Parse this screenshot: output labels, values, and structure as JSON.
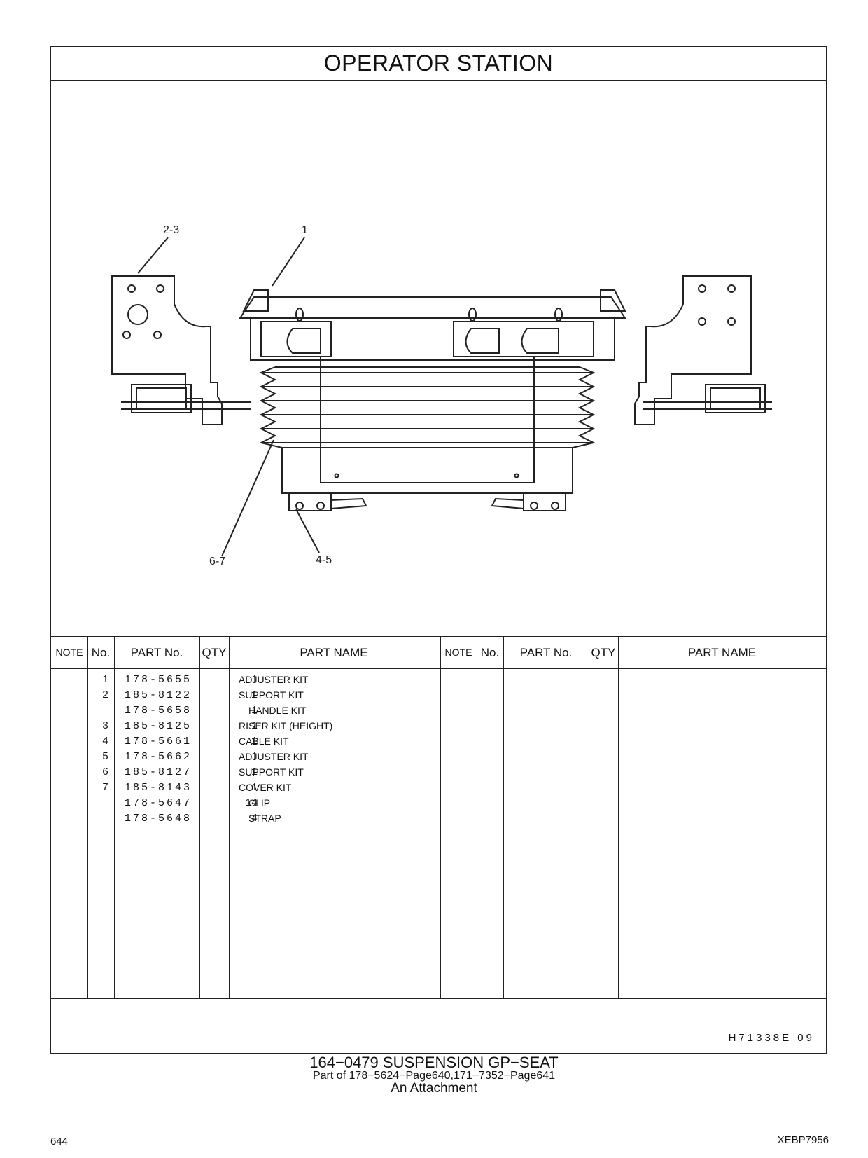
{
  "header": {
    "title": "OPERATOR   STATION"
  },
  "callouts": [
    "2-3",
    "1",
    "6-7",
    "4-5"
  ],
  "table": {
    "columns": [
      "NOTE",
      "No.",
      "PART No.",
      "QTY",
      "PART NAME"
    ],
    "rows": [
      {
        "no": "1",
        "part_no": "178-5655",
        "qty": "1",
        "name": "ADJUSTER  KIT",
        "indent": false
      },
      {
        "no": "2",
        "part_no": "185-8122",
        "qty": "1",
        "name": "SUPPORT  KIT",
        "indent": false
      },
      {
        "no": "",
        "part_no": "178-5658",
        "qty": "1",
        "name": "HANDLE  KIT",
        "indent": true
      },
      {
        "no": "3",
        "part_no": "185-8125",
        "qty": "1",
        "name": "RISER  KIT (HEIGHT)",
        "indent": false
      },
      {
        "no": "4",
        "part_no": "178-5661",
        "qty": "1",
        "name": "CABLE  KIT",
        "indent": false
      },
      {
        "no": "5",
        "part_no": "178-5662",
        "qty": "1",
        "name": "ADJUSTER  KIT",
        "indent": false
      },
      {
        "no": "6",
        "part_no": "185-8127",
        "qty": "1",
        "name": "SUPPORT  KIT",
        "indent": false
      },
      {
        "no": "7",
        "part_no": "185-8143",
        "qty": "1",
        "name": "COVER  KIT",
        "indent": false
      },
      {
        "no": "",
        "part_no": "178-5647",
        "qty": "14",
        "name": "CLIP",
        "indent": true
      },
      {
        "no": "",
        "part_no": "178-5648",
        "qty": "4",
        "name": "STRAP",
        "indent": true
      }
    ]
  },
  "illustration_code": "H71338E   09",
  "footer": {
    "group_title": "164−0479  SUSPENSION  GP−SEAT",
    "part_of": "Part of 178−5624−Page640,171−7352−Page641",
    "attachment": "An Attachment",
    "page_number": "644",
    "doc_code": "XEBP7956"
  }
}
